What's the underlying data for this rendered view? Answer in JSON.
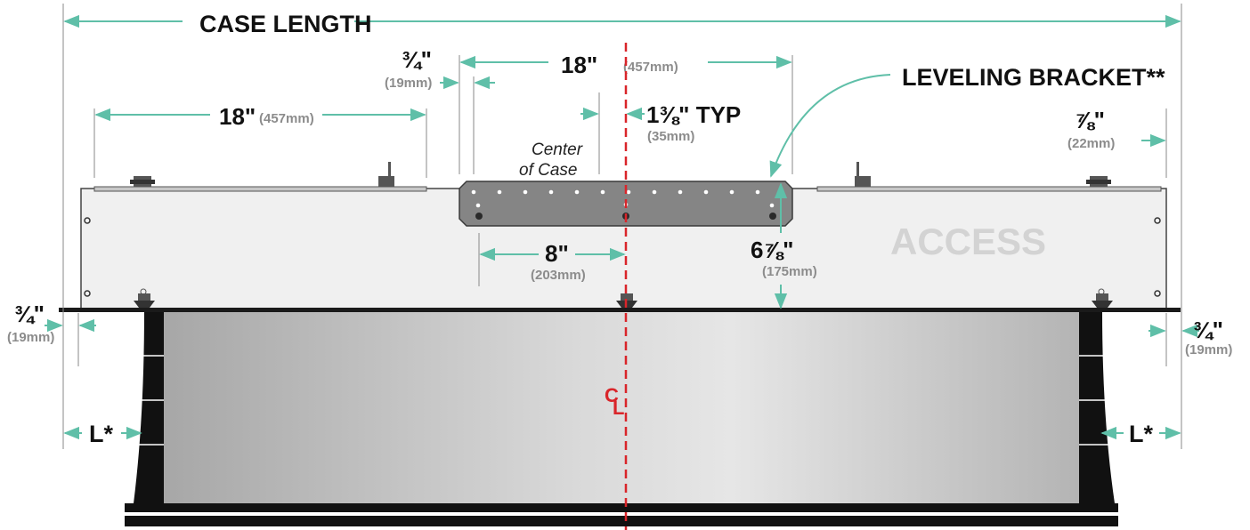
{
  "labels": {
    "case_length": "CASE LENGTH",
    "leveling_bracket": "LEVELING BRACKET**",
    "center_of_case_line1": "Center",
    "center_of_case_line2": "of Case",
    "access": "ACCESS",
    "centerline": "C",
    "centerline_sub": "L",
    "l_left": "L*",
    "l_right": "L*"
  },
  "dimensions": {
    "top_span_in": "18\"",
    "top_span_mm": "(457mm)",
    "left_span_in": "18\"",
    "left_span_mm": "(457mm)",
    "bracket_gap_in": "¾\"",
    "bracket_gap_mm": "(19mm)",
    "typ_in": "1⅜\" TYP",
    "typ_mm": "(35mm)",
    "right_gap_in": "⅞\"",
    "right_gap_mm": "(22mm)",
    "offset_in": "8\"",
    "offset_mm": "(203mm)",
    "height_in": "6⅞\"",
    "height_mm": "(175mm)",
    "left_edge_in": "¾\"",
    "left_edge_mm": "(19mm)",
    "right_edge_in": "¾\"",
    "right_edge_mm": "(19mm)"
  },
  "colors": {
    "dimension_arrow": "#5fbfa8",
    "centerline": "#d9252a",
    "case_body": "#f0f0f0",
    "bracket": "#858585"
  }
}
